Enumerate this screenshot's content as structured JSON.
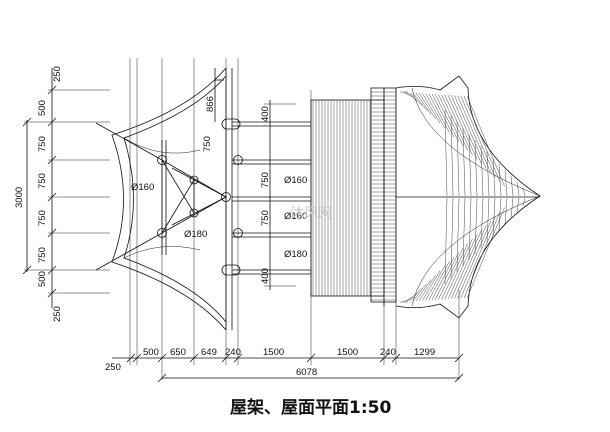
{
  "title": "屋架、屋面平面1:50",
  "watermark": "沐风网",
  "left_dims": [
    "250",
    "500",
    "750",
    "750",
    "750",
    "750",
    "500",
    "250"
  ],
  "left_total": "3000",
  "inner_dims": [
    "866",
    "400",
    "750",
    "750",
    "750",
    "400"
  ],
  "bottom_dims": [
    "250",
    "500",
    "650",
    "649",
    "240",
    "1500",
    "1500",
    "240",
    "1299"
  ],
  "bottom_total": "6078",
  "pipes": [
    "Ø160",
    "Ø180",
    "Ø160",
    "Ø160",
    "Ø180"
  ]
}
